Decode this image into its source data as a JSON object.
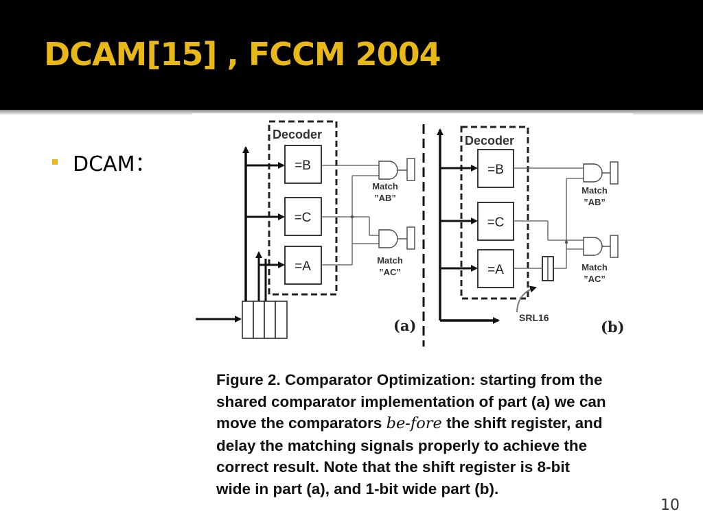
{
  "slide": {
    "title": "DCAM[15] , FCCM 2004",
    "bullet": "DCAM：",
    "page_number": "10"
  },
  "figure": {
    "part_a": {
      "decoder_label": "Decoder",
      "comparators": [
        "=B",
        "=C",
        "=A"
      ],
      "match_ab": [
        "Match",
        "”AB”"
      ],
      "match_ac": [
        "Match",
        "”AC”"
      ],
      "part_label": "(a)"
    },
    "part_b": {
      "decoder_label": "Decoder",
      "comparators": [
        "=B",
        "=C",
        "=A"
      ],
      "match_ab": [
        "Match",
        "”AB”"
      ],
      "match_ac": [
        "Match",
        "”AC”"
      ],
      "srl_label": "SRL16",
      "part_label": "(b)"
    },
    "caption": {
      "part1": "Figure 2. Comparator Optimization:  starting from the shared comparator implementation of part (a) we can move the comparators ",
      "italic": "be-fore",
      "part2": " the shift register, and delay the matching signals properly to achieve the correct result. Note that the shift register is 8-bit wide in part (a), and 1-bit wide part (b)."
    }
  },
  "colors": {
    "title_bar": "#000000",
    "title_text": "#e8b818",
    "bullet": "#e8b818"
  }
}
